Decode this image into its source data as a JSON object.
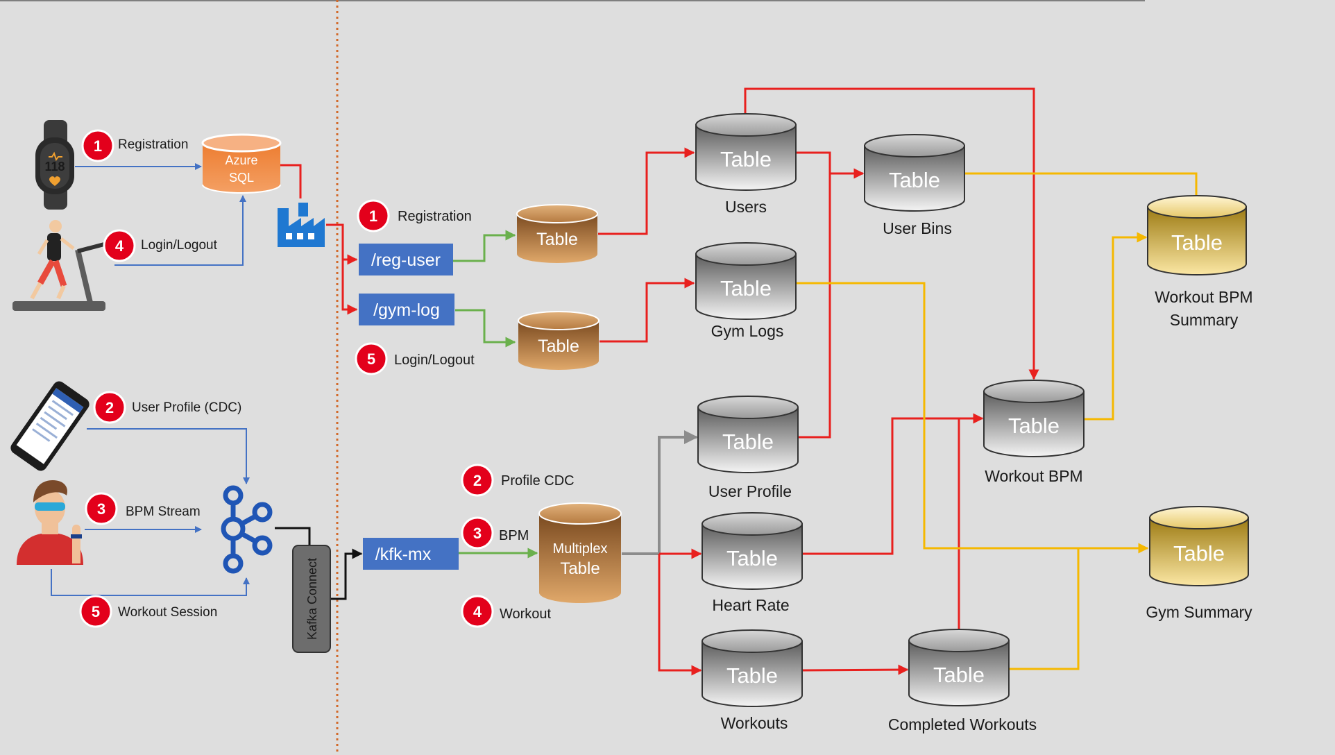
{
  "colors": {
    "background": "#dedede",
    "flow_red": "#e8201e",
    "flow_green": "#6ab04c",
    "flow_gold": "#f5b800",
    "flow_blue": "#4472c4",
    "flow_gray": "#8c8c8c",
    "topic_blue": "#4472c4",
    "badge_red": "#e3001b",
    "azure_orange": "#ed7d31",
    "divider": "#d2692a"
  },
  "sources": {
    "watch_icon": "smartwatch-icon",
    "watch_reading": "118",
    "treadmill_icon": "treadmill-runner-icon",
    "phone_icon": "smartphone-icon",
    "person_icon": "person-icon",
    "kafka_icon": "kafka-logo-icon",
    "factory_icon": "data-factory-icon"
  },
  "azure_sql": {
    "line1": "Azure",
    "line2": "SQL"
  },
  "kafka_connect": {
    "label": "Kafka Connect"
  },
  "badges": {
    "src_registration": {
      "num": "1",
      "label": "Registration"
    },
    "src_login": {
      "num": "4",
      "label": "Login/Logout"
    },
    "src_profile": {
      "num": "2",
      "label": "User Profile (CDC)"
    },
    "src_bpm": {
      "num": "3",
      "label": "BPM Stream"
    },
    "src_workout": {
      "num": "5",
      "label": "Workout Session"
    },
    "ing_registration": {
      "num": "1",
      "label": "Registration"
    },
    "ing_login": {
      "num": "5",
      "label": "Login/Logout"
    },
    "mx_profile": {
      "num": "2",
      "label": "Profile CDC"
    },
    "mx_bpm": {
      "num": "3",
      "label": "BPM"
    },
    "mx_workout": {
      "num": "4",
      "label": "Workout"
    }
  },
  "topics": {
    "reg_user": "/reg-user",
    "gym_log": "/gym-log",
    "kfk_mx": "/kfk-mx"
  },
  "tables": {
    "bronze_reg": {
      "text": "Table"
    },
    "bronze_gym": {
      "text": "Table"
    },
    "multiplex": {
      "line1": "Multiplex",
      "line2": "Table"
    },
    "users": {
      "text": "Table",
      "caption": "Users"
    },
    "gym_logs": {
      "text": "Table",
      "caption": "Gym Logs"
    },
    "user_profile": {
      "text": "Table",
      "caption": "User Profile"
    },
    "heart_rate": {
      "text": "Table",
      "caption": "Heart Rate"
    },
    "workouts": {
      "text": "Table",
      "caption": "Workouts"
    },
    "user_bins": {
      "text": "Table",
      "caption": "User Bins"
    },
    "workout_bpm": {
      "text": "Table",
      "caption": "Workout BPM"
    },
    "completed_workouts": {
      "text": "Table",
      "caption": "Completed Workouts"
    },
    "workout_bpm_summary": {
      "text": "Table",
      "caption_line1": "Workout BPM",
      "caption_line2": "Summary"
    },
    "gym_summary": {
      "text": "Table",
      "caption": "Gym Summary"
    }
  }
}
